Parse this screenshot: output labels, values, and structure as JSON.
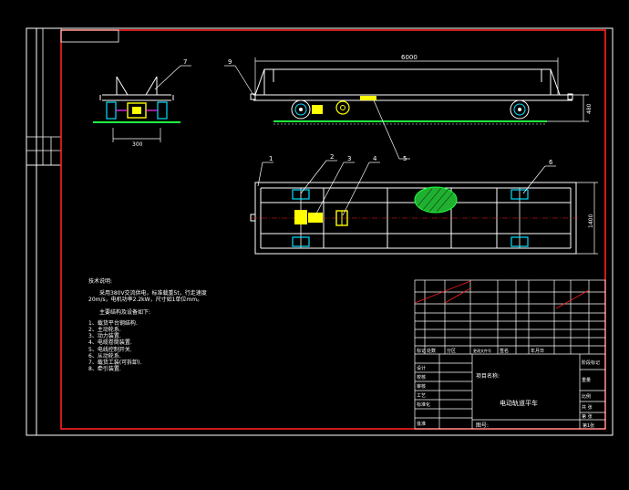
{
  "colors": {
    "background": "#000000",
    "frame": "#ffffff",
    "border": "#ff2020",
    "structure": "#ffffff",
    "yellow": "#ffff00",
    "cyan": "#00e0ff",
    "green": "#20ff40",
    "magenta": "#ff30ff"
  },
  "dimensions": {
    "length": "6000",
    "height": "480",
    "width": "1400",
    "gauge": "300"
  },
  "balloons": [
    "1",
    "2",
    "3",
    "4",
    "5",
    "6",
    "7",
    "9"
  ],
  "notes": {
    "title": "技术说明:",
    "para1": "采用380V交流供电，标准载重5t，行走速度20m/s，电机功率2.2kW，尺寸如1单位mm。",
    "subtitle": "主要结构及设备如下:",
    "items": [
      "1、载货平台钢结构.",
      "2、主动轮系.",
      "3、动力装置.",
      "4、电缆卷筒装置.",
      "5、电线控制开关.",
      "6、从动轮系.",
      "7、载货工装(可拆卸).",
      "8、牵引装置."
    ]
  },
  "title_block": {
    "project_label": "项目名称:",
    "drawing_name": "电动轨道平车",
    "drawing_no_label": "图号:",
    "rows": [
      "标记",
      "处数",
      "分区",
      "更改文件号",
      "签名",
      "年月日"
    ],
    "left_labels": [
      "设计",
      "校核",
      "审核",
      "工艺",
      "标准化",
      "批准"
    ],
    "right_labels": [
      "阶段标记",
      "重量",
      "比例",
      "共 张",
      "第 张"
    ],
    "sheet_count": "第1张"
  }
}
